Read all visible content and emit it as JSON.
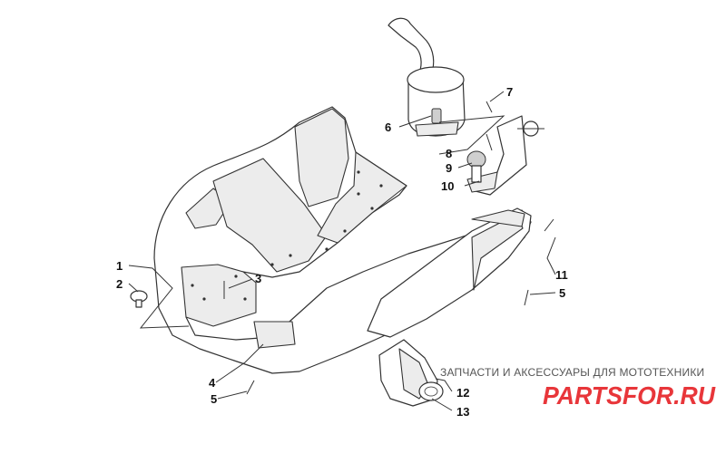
{
  "callouts": {
    "c1": "1",
    "c2": "2",
    "c3": "3",
    "c4": "4",
    "c5a": "5",
    "c5b": "5",
    "c6": "6",
    "c7": "7",
    "c8": "8",
    "c9": "9",
    "c10": "10",
    "c11": "11",
    "c12": "12",
    "c13": "13"
  },
  "watermark": {
    "tagline": "ЗАПЧАСТИ И АКСЕССУАРЫ ДЛЯ МОТОТЕХНИКИ",
    "logo_text": "PARTSFOR.RU",
    "logo_color": "#e8363a"
  }
}
